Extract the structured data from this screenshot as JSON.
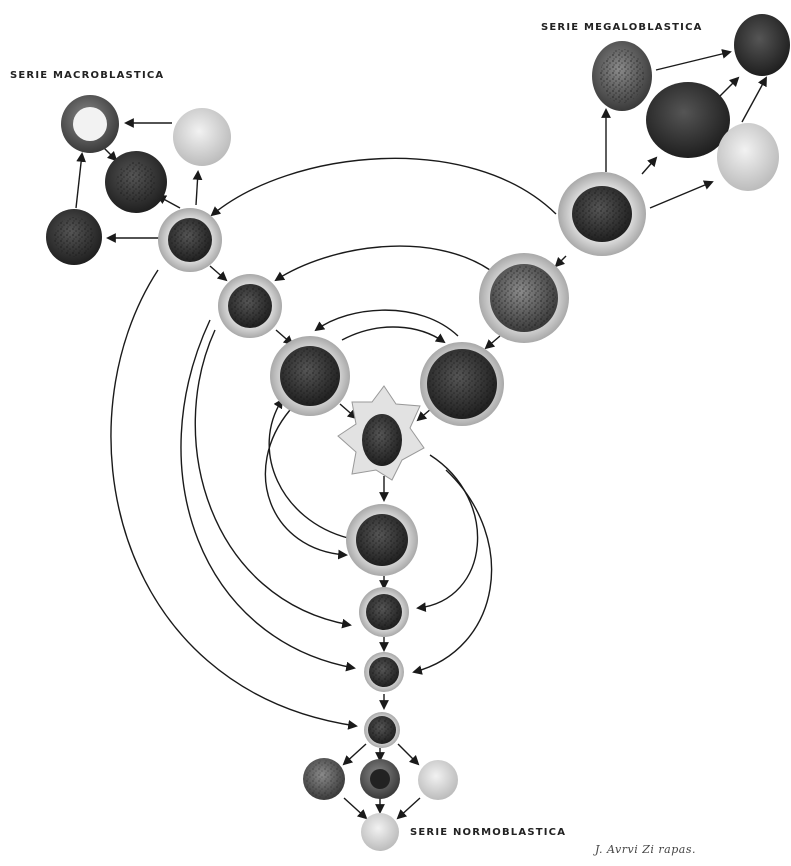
{
  "labels": {
    "macroblastic": "SERIE MACROBLASTICA",
    "megaloblastic": "SERIE MEGALOBLASTICA",
    "normoblastic": "SERIE NORMOBLASTICA"
  },
  "signature": "J. Avrvi Zi rapas.",
  "colors": {
    "ink": "#1a1a1a",
    "cell_dark": "#2a2a2a",
    "cell_mid": "#6a6a6a",
    "cell_light": "#d8d8d8",
    "halo": "#cfcfcf"
  }
}
